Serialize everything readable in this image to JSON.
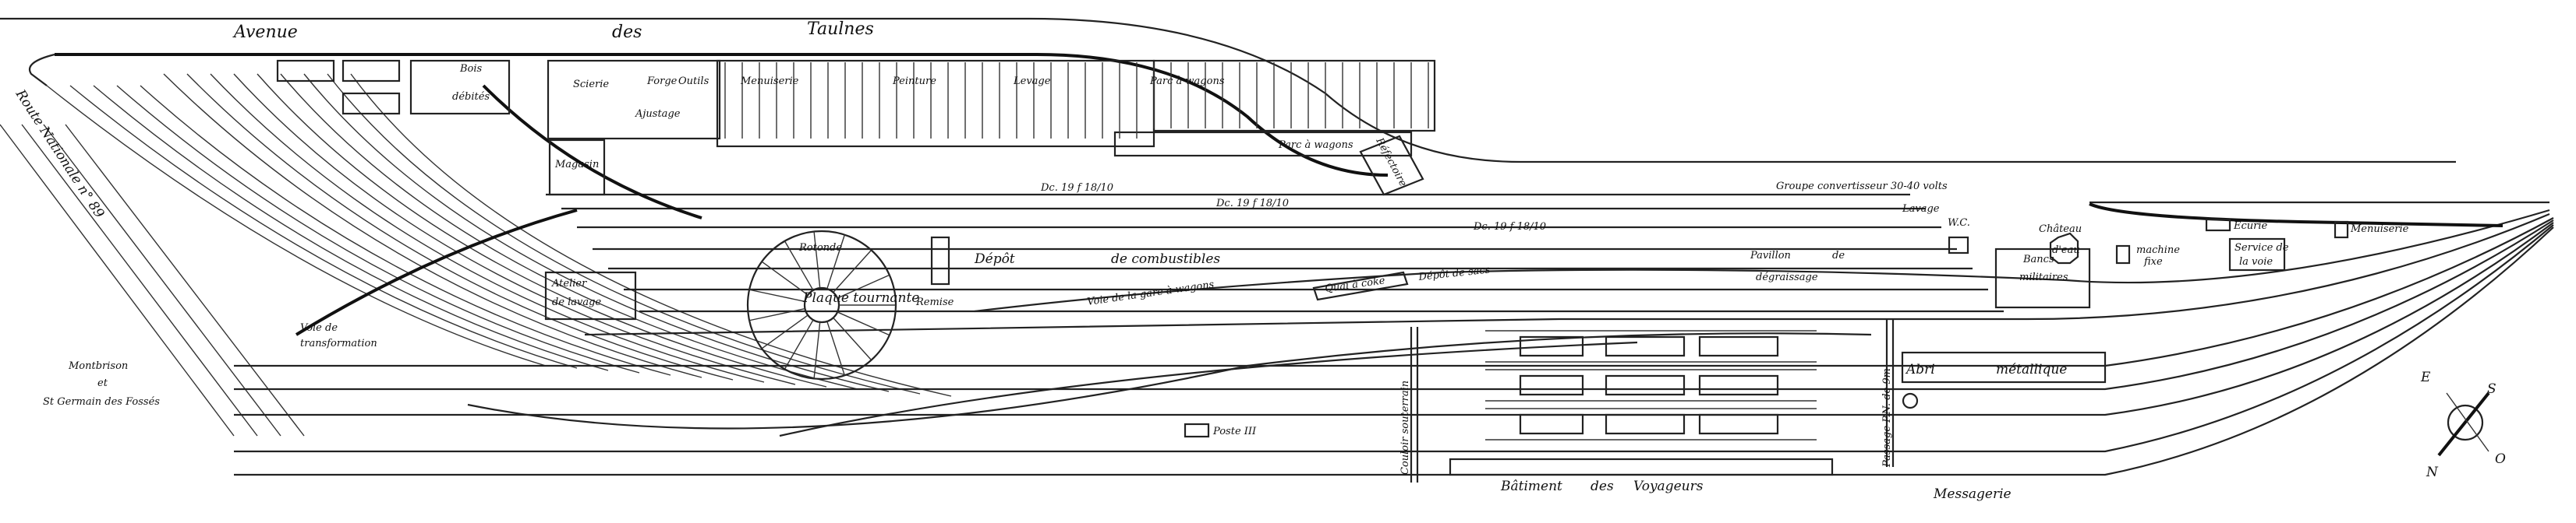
{
  "title_street": {
    "avenue": "Avenue",
    "des": "des",
    "name": "Taulnes"
  },
  "route": "Route Nationale n° 89",
  "destination": {
    "line1": "Montbrison",
    "line2": "et",
    "line3": "St Germain des Fossés"
  },
  "buildings": {
    "bois_1": "Bois",
    "bois_2": "débités",
    "scierie": "Scierie",
    "forge": "Forge",
    "outils": "Outils",
    "ajustage": "Ajustage",
    "magasin": "Magasin",
    "menuiserie": "Menuiserie",
    "peinture": "Peinture",
    "levage": "Levage",
    "parc_wagons_1": "Parc à wagons",
    "parc_wagons_2": "Parc à wagons",
    "refectoire": "Réfectoire",
    "voie_transfo_1": "Voie de",
    "voie_transfo_2": "transformation",
    "rotonde": "Rotonde",
    "plaque": "Plaque tournante",
    "atelier_1": "Atelier",
    "atelier_2": "de lavage",
    "remise": "Remise",
    "depot": "Dépôt",
    "combustibles": "de combustibles",
    "voie_gare": "Voie de la gare à wagons",
    "quai": "Quai à coke",
    "depot_sacs": "Dépôt de sacs",
    "poste": "Poste III",
    "batiment_1": "Bâtiment",
    "batiment_2": "des",
    "batiment_3": "Voyageurs",
    "messagerie": "Messagerie",
    "abri_1": "Abri",
    "abri_2": "métallique",
    "bancs_1": "Bancs",
    "bancs_2": "militaires",
    "pavillon_1": "Pavillon",
    "pavillon_2": "de",
    "pavillon_3": "dégraissage",
    "chateau_1": "Château",
    "chateau_2": "d'eau",
    "machine_1": "machine",
    "machine_2": "fixe",
    "groupe": "Groupe convertisseur 30-40 volts",
    "wc": "W.C.",
    "ecurie": "Écurie",
    "menuiserie_2": "Menuiserie",
    "service_1": "Service de",
    "service_2": "la voie",
    "couloir": "Couloir souterrain",
    "passage": "Passage P.N. de 9m",
    "lavage": "Lavage"
  },
  "gradients": [
    "Dc. 19 f 18/10",
    "Dc. 19 f 18/10",
    "Dc. 19 f 18/10"
  ],
  "compass": {
    "e": "E",
    "s": "S",
    "n": "N",
    "o": "O"
  }
}
